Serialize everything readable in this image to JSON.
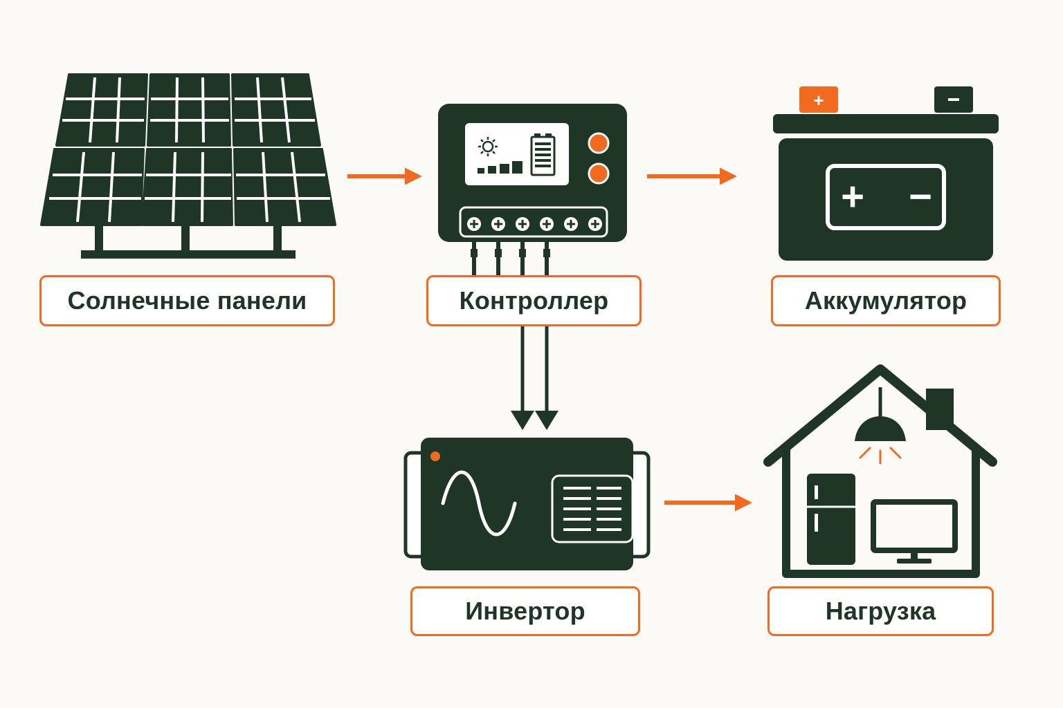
{
  "colors": {
    "dark": "#1f3526",
    "accent": "#f26a1f",
    "background": "#fcfaf7"
  },
  "labels": {
    "solar": "Солнечные панели",
    "controller": "Контроллер",
    "battery": "Аккумулятор",
    "inverter": "Инвертор",
    "load": "Нагрузка"
  },
  "icons": {
    "solar": "solar-panel-icon",
    "controller": "charge-controller-icon",
    "battery": "battery-icon",
    "inverter": "inverter-icon",
    "load": "house-icon"
  },
  "battery_marks": {
    "plus": "+",
    "minus": "−"
  }
}
